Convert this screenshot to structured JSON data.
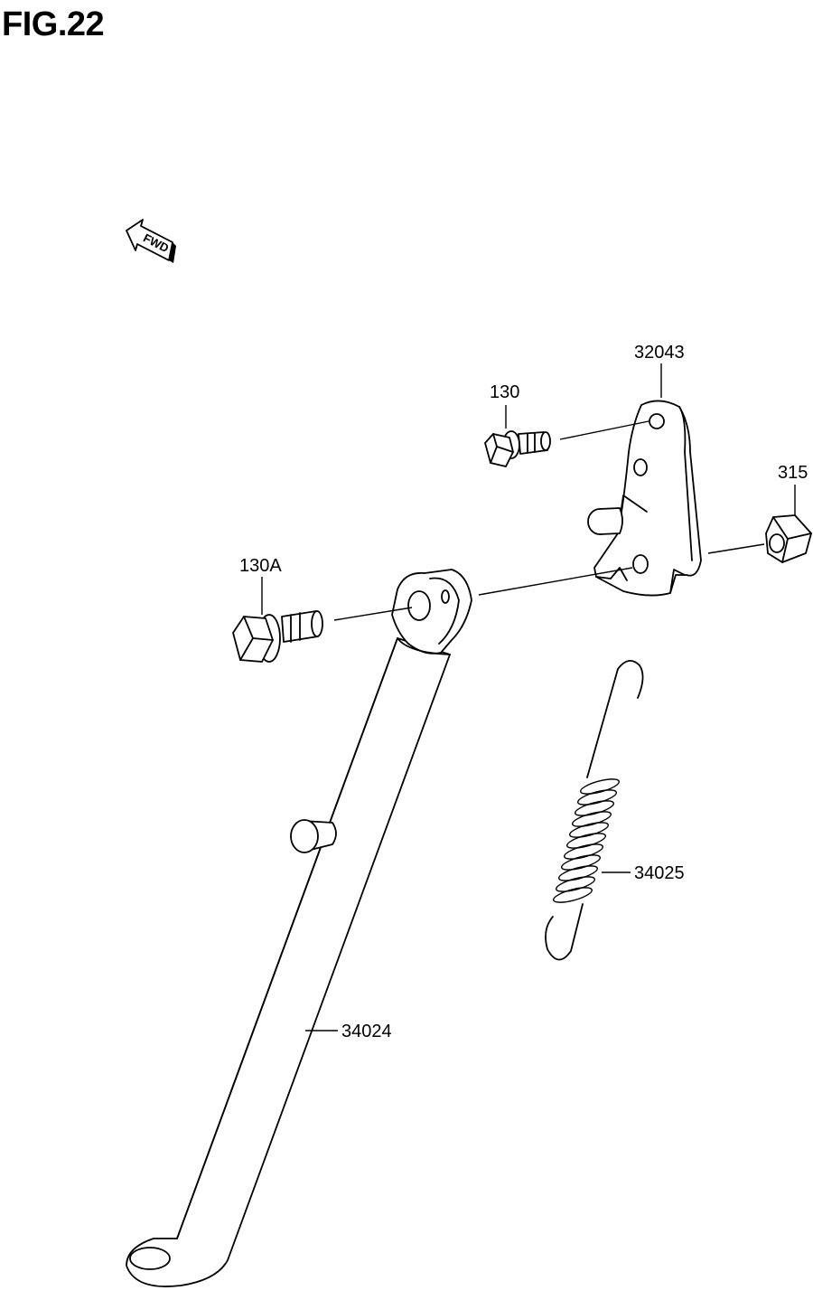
{
  "figure": {
    "title": "FIG.22"
  },
  "direction_marker": {
    "text": "FWD",
    "icon": "fwd-arrow-icon"
  },
  "parts": [
    {
      "id": "bracket",
      "label": "32043"
    },
    {
      "id": "bolt_small",
      "label": "130"
    },
    {
      "id": "nut",
      "label": "315"
    },
    {
      "id": "bolt_large",
      "label": "130A"
    },
    {
      "id": "spring",
      "label": "34025"
    },
    {
      "id": "side_stand",
      "label": "34024"
    }
  ]
}
